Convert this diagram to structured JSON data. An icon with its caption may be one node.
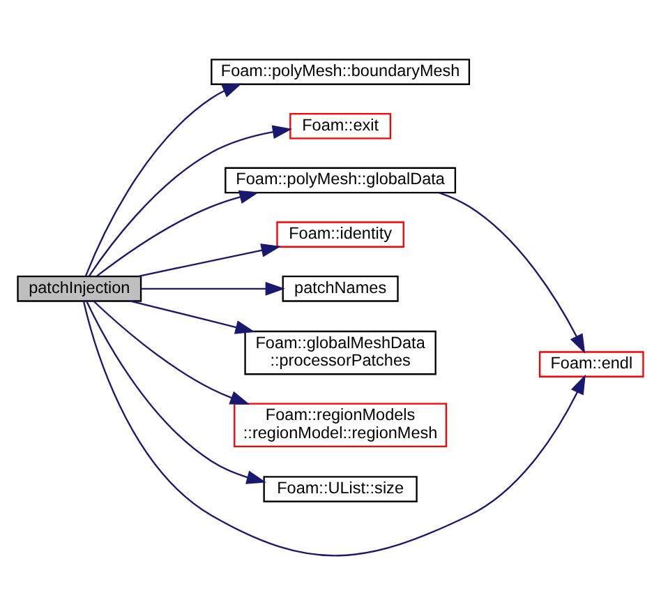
{
  "diagram": {
    "nodes": [
      {
        "text": [
          "patchInjection"
        ]
      },
      {
        "text": [
          "Foam::polyMesh::boundaryMesh"
        ]
      },
      {
        "text": [
          "Foam::exit"
        ]
      },
      {
        "text": [
          "Foam::polyMesh::globalData"
        ]
      },
      {
        "text": [
          "Foam::identity"
        ]
      },
      {
        "text": [
          "patchNames"
        ]
      },
      {
        "text": [
          "Foam::globalMeshData ::processorPatches"
        ]
      },
      {
        "text": [
          "Foam::regionModels ::regionModel::regionMesh"
        ]
      },
      {
        "text": [
          "Foam::UList::size"
        ]
      },
      {
        "text": [
          "Foam::endl"
        ]
      }
    ],
    "edges": [
      {
        "from": 0,
        "to": 1,
        "arrow": "to"
      },
      {
        "from": 0,
        "to": 9,
        "arrow": "to"
      },
      {
        "from": 0,
        "to": 2,
        "arrow": "to"
      },
      {
        "from": 0,
        "to": 3,
        "arrow": "to"
      },
      {
        "from": 3,
        "to": 9,
        "arrow": "to"
      },
      {
        "from": 0,
        "to": 4,
        "arrow": "to"
      },
      {
        "from": 0,
        "to": 5,
        "arrow": "to"
      },
      {
        "from": 0,
        "to": 6,
        "arrow": "to"
      },
      {
        "from": 0,
        "to": 7,
        "arrow": "to"
      },
      {
        "from": 0,
        "to": 8,
        "arrow": "to"
      }
    ]
  }
}
